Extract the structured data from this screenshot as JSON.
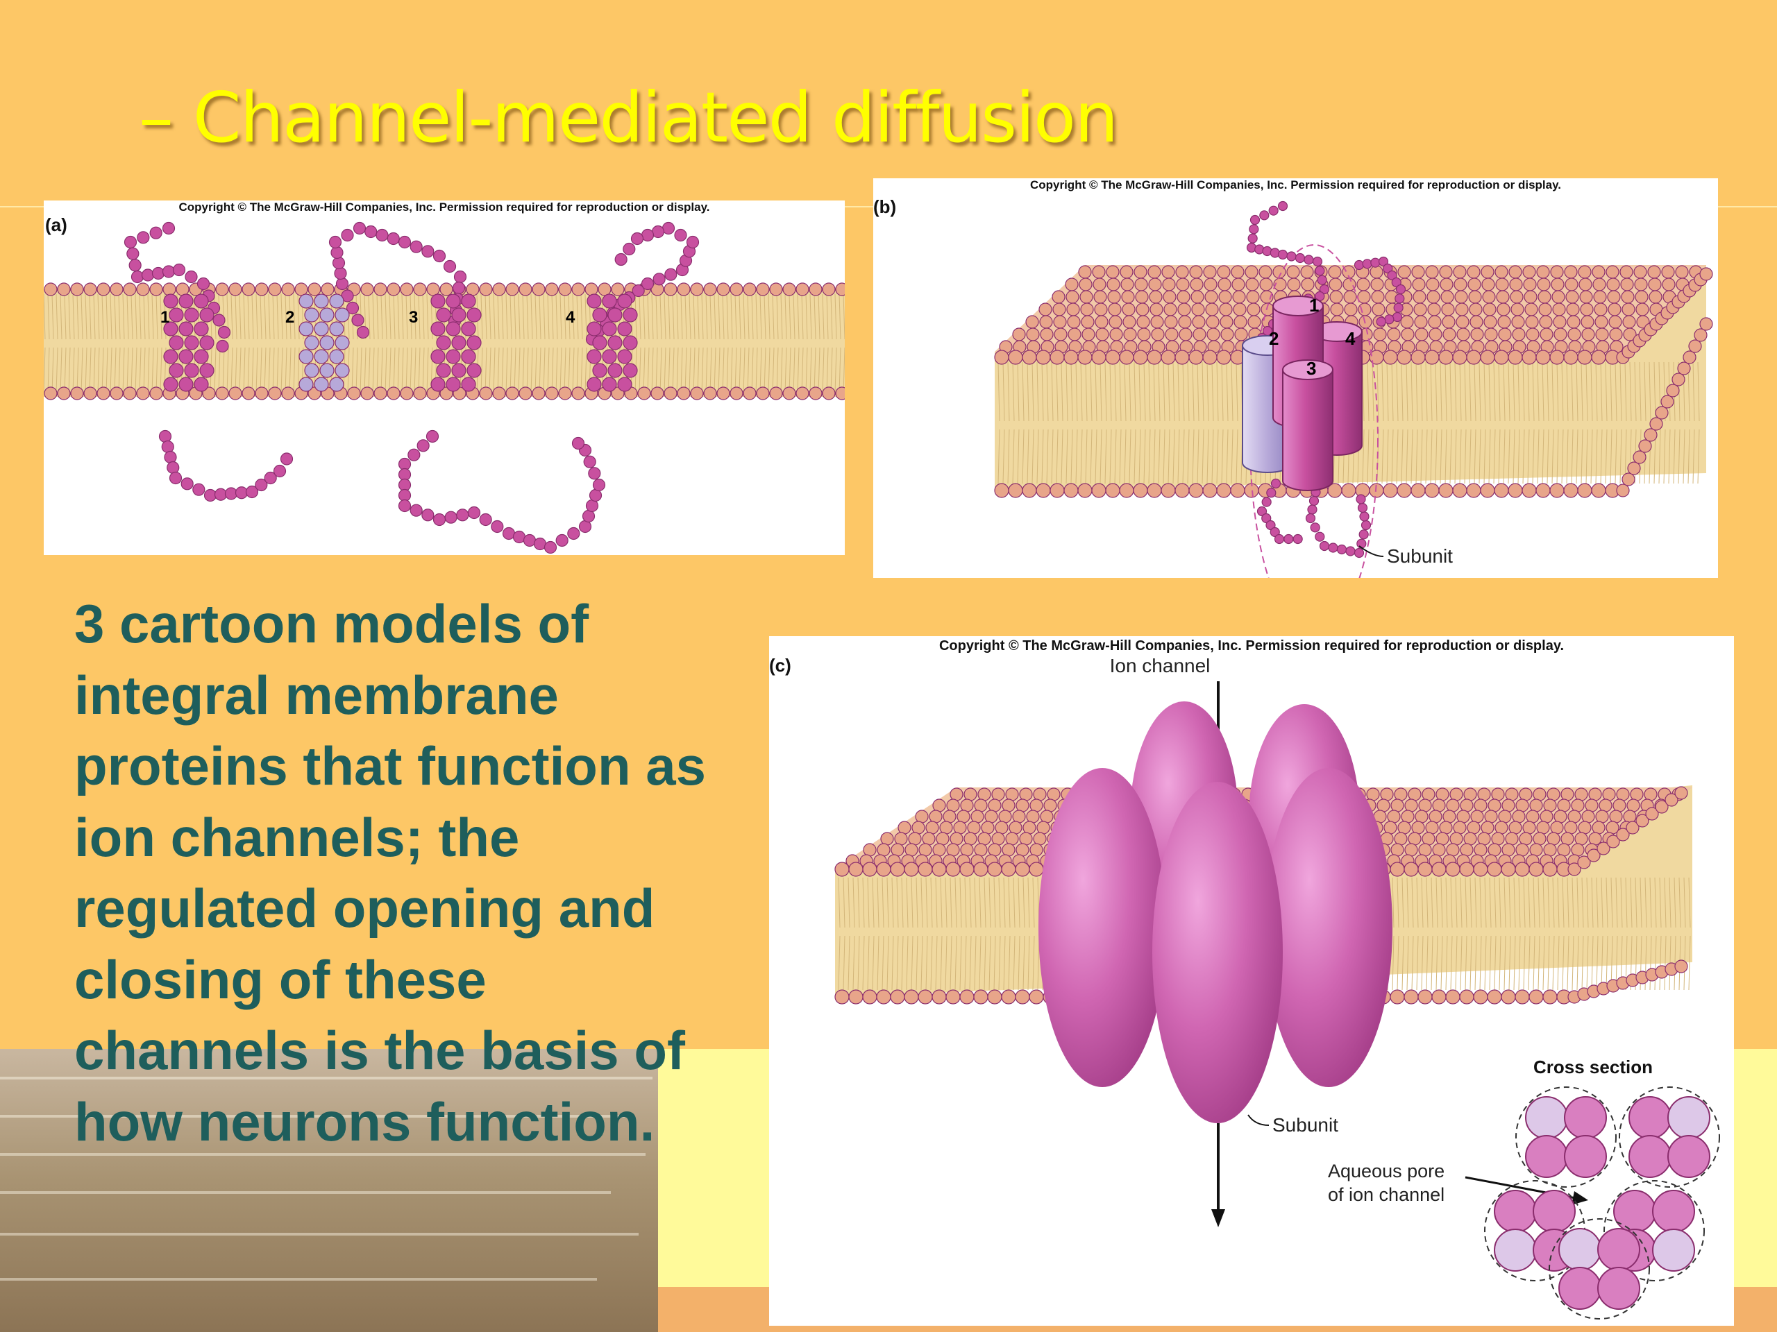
{
  "slide": {
    "title": "– Channel-mediated diffusion",
    "body_text": "3 cartoon models of integral membrane proteins that function as ion channels; the regulated opening and closing of these channels is the basis of how neurons function."
  },
  "panels": {
    "a": {
      "label": "(a)",
      "copyright": "Copyright © The McGraw-Hill Companies, Inc. Permission required for reproduction or display.",
      "segments": [
        "1",
        "2",
        "3",
        "4"
      ]
    },
    "b": {
      "label": "(b)",
      "copyright": "Copyright © The McGraw-Hill Companies, Inc. Permission required for reproduction or display.",
      "subunit_numbers": [
        "1",
        "2",
        "4",
        "3"
      ],
      "subunit_label": "Subunit"
    },
    "c": {
      "label": "(c)",
      "copyright": "Copyright © The McGraw-Hill Companies, Inc. Permission required for reproduction or display.",
      "ion_channel_label": "Ion channel",
      "subunit_label": "Subunit",
      "cross_section_label": "Cross section",
      "aqueous_pore_label_line1": "Aqueous pore",
      "aqueous_pore_label_line2": "of ion channel"
    }
  },
  "colors": {
    "background": "#fdc766",
    "title": "#ffff00",
    "body_text": "#1e5e5c",
    "protein": "#c8509f",
    "protein_light": "#b7a9d9",
    "lipid_head": "#e8a58a",
    "lipid_tail": "#f0d9a0"
  }
}
